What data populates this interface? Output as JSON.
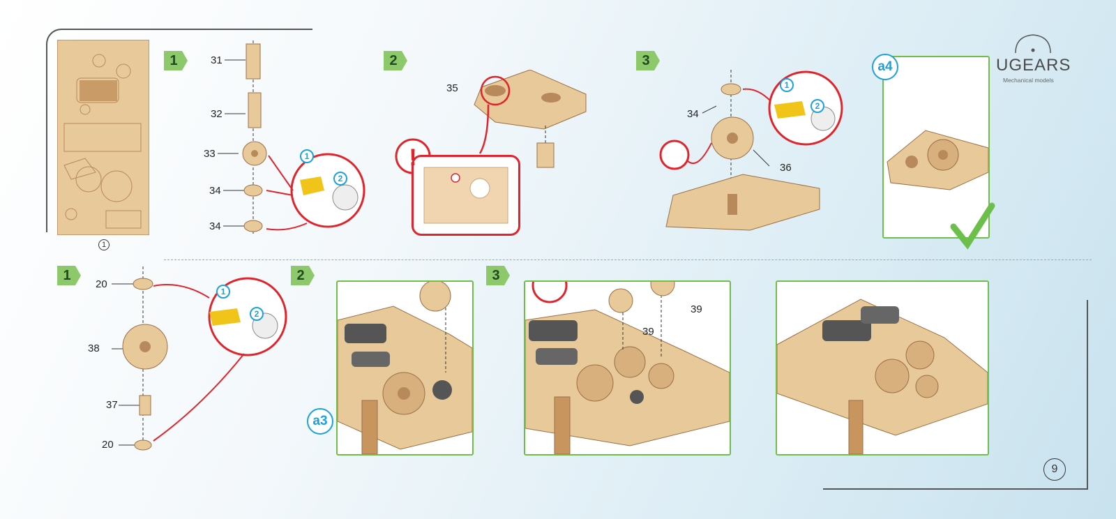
{
  "brand": {
    "name": "UGEARS",
    "tagline": "Mechanical models"
  },
  "page_number": "9",
  "sheet_number": "1",
  "top_row": {
    "steps": [
      "1",
      "2",
      "3"
    ],
    "part_labels": [
      "31",
      "32",
      "33",
      "34",
      "34",
      "35",
      "34",
      "36"
    ],
    "callout_numbers": [
      "1",
      "2",
      "1",
      "2"
    ],
    "result_label": "a4"
  },
  "bottom_row": {
    "steps": [
      "1",
      "2",
      "3"
    ],
    "part_labels": [
      "20",
      "38",
      "37",
      "20",
      "39",
      "39"
    ],
    "callout_numbers": [
      "1",
      "2"
    ],
    "detail_label": "a3"
  },
  "colors": {
    "step_green": "#8dc96b",
    "accent_red": "#e0242b",
    "accent_blue": "#1ba1db",
    "frame_green": "#6cbf4a",
    "wood": "#e8c99a",
    "wood_dark": "#b8895a"
  },
  "icons": [
    "exclamation-icon",
    "checkmark-icon",
    "logo-gear-icon"
  ]
}
